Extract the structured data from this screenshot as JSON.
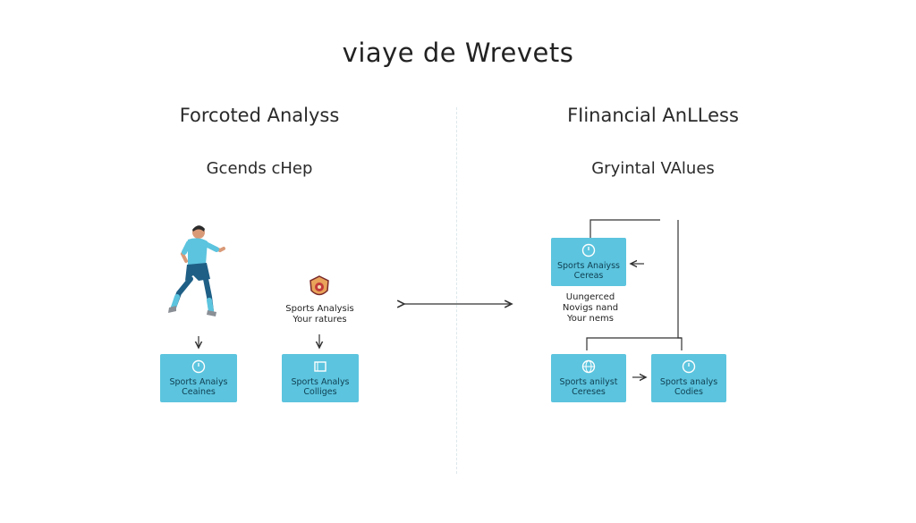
{
  "title": "viaye de Wrevets",
  "left": {
    "heading": "Forcoted Analyss",
    "subheading": "Gcends cHep",
    "badge_note": [
      "Sports Analysis",
      "Your ratures"
    ],
    "boxes": [
      {
        "line1": "Sports Anaiys",
        "line2": "Ceaines",
        "icon": "clock-icon"
      },
      {
        "line1": "Sports Analys",
        "line2": "Colliges",
        "icon": "square-icon"
      }
    ]
  },
  "right": {
    "heading": "FIinancial AnLLess",
    "subheading": "Gryintal VAlues",
    "note": [
      "Uungerced",
      "Novigs nand",
      "Your nems"
    ],
    "boxes": [
      {
        "line1": "Sports Anaiyss",
        "line2": "Cereas",
        "icon": "clock-icon"
      },
      {
        "line1": "Sports anilyst",
        "line2": "Cereses",
        "icon": "globe-icon"
      },
      {
        "line1": "Sports analys",
        "line2": "Codies",
        "icon": "clock-icon"
      }
    ]
  },
  "colors": {
    "box_fill": "#5cc4de",
    "player_shirt": "#5cc4de",
    "player_shorts": "#1f5f86"
  }
}
